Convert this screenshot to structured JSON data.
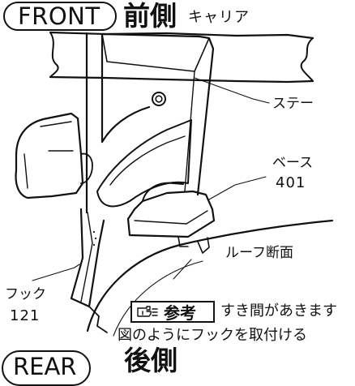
{
  "title": {
    "front_label": "FRONT",
    "front_main": "前側",
    "front_sub": "キャリア"
  },
  "callouts": {
    "stay": "ステー",
    "base": "ベース",
    "base_number": "401",
    "roof_section": "ルーフ断面",
    "hook": "フック",
    "hook_number": "121"
  },
  "reference": {
    "badge_title": "参考",
    "gap_note": "すき間があきます",
    "instruction": "図のようにフックを取付ける"
  },
  "bottom": {
    "rear_label": "REAR",
    "rear_main": "後側"
  }
}
